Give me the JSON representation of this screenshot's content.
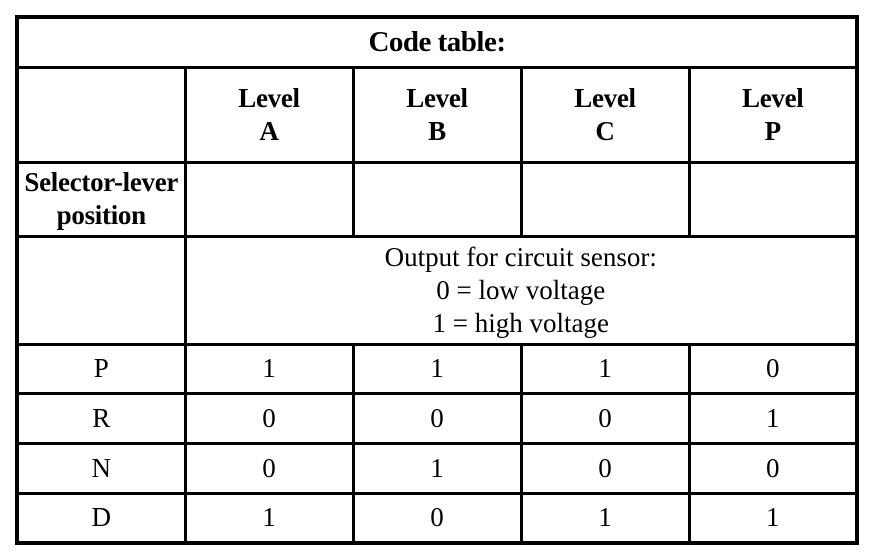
{
  "table": {
    "title": "Code table:",
    "column_headers": [
      {
        "line1": "Level",
        "line2": "A"
      },
      {
        "line1": "Level",
        "line2": "B"
      },
      {
        "line1": "Level",
        "line2": "C"
      },
      {
        "line1": "Level",
        "line2": "P"
      }
    ],
    "selector_label": {
      "line1": "Selector-lever",
      "line2": "position"
    },
    "output_note": {
      "line1": "Output for circuit sensor:",
      "line2": "0 = low voltage",
      "line3": "1 = high voltage"
    },
    "row_labels": [
      "P",
      "R",
      "N",
      "D"
    ],
    "rows": [
      {
        "label": "P",
        "values": [
          "1",
          "1",
          "1",
          "0"
        ]
      },
      {
        "label": "R",
        "values": [
          "0",
          "0",
          "0",
          "1"
        ]
      },
      {
        "label": "N",
        "values": [
          "0",
          "1",
          "0",
          "0"
        ]
      },
      {
        "label": "D",
        "values": [
          "1",
          "0",
          "1",
          "1"
        ]
      }
    ],
    "colors": {
      "border": "#000000",
      "background": "#ffffff",
      "text": "#000000"
    }
  }
}
